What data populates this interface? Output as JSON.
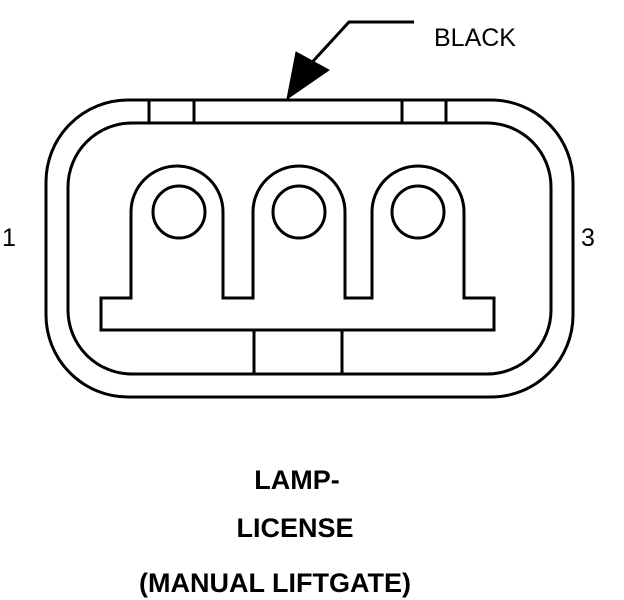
{
  "diagram": {
    "wire_color": "BLACK",
    "pin_left": "1",
    "pin_right": "3",
    "caption": {
      "line1": "LAMP-",
      "line2": "LICENSE",
      "line3": "(MANUAL LIFTGATE)"
    }
  },
  "colors": {
    "stroke": "#000000",
    "background": "#ffffff"
  }
}
